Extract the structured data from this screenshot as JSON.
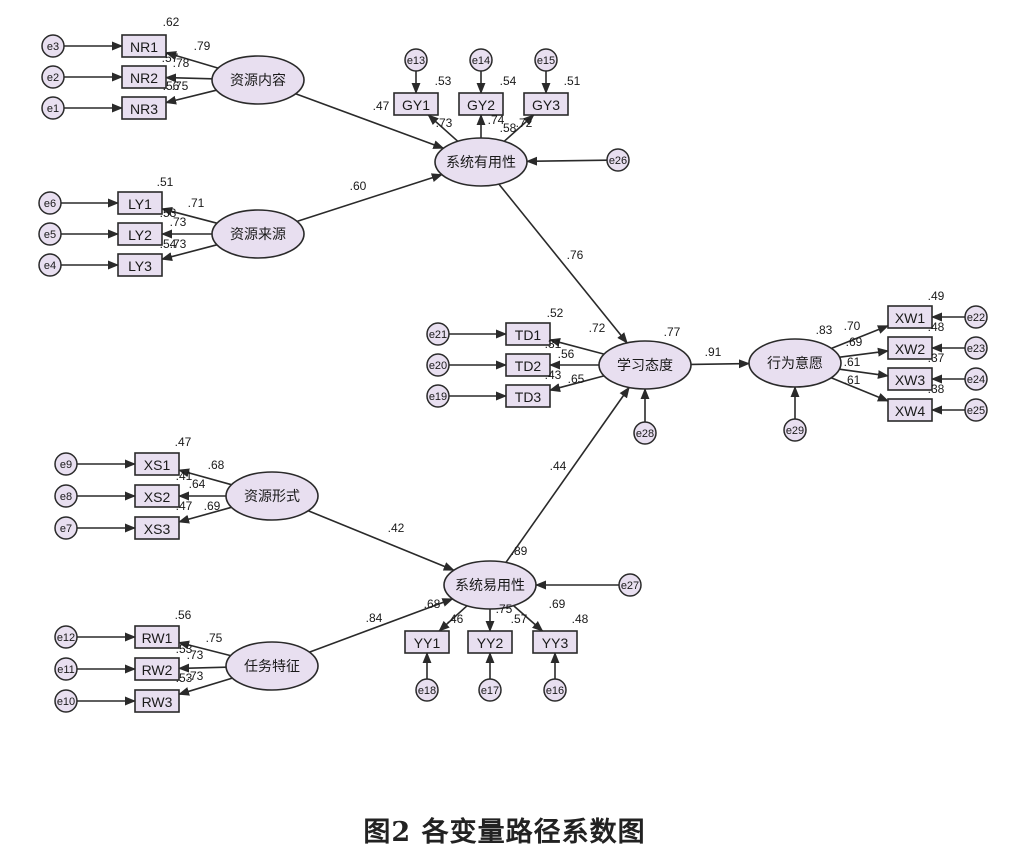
{
  "figure_caption": "图2  各变量路径系数图",
  "colors": {
    "node_fill": "#e8dff0",
    "stroke": "#2a2a2a",
    "text": "#1a1a1a"
  },
  "latents": {
    "NR": "资源内容",
    "LY": "资源来源",
    "GY": "系统有用性",
    "TD": "学习态度",
    "XW": "行为意愿",
    "XS": "资源形式",
    "RW": "任务特征",
    "YY": "系统易用性"
  },
  "indicators": {
    "NR1": "NR1",
    "NR2": "NR2",
    "NR3": "NR3",
    "LY1": "LY1",
    "LY2": "LY2",
    "LY3": "LY3",
    "GY1": "GY1",
    "GY2": "GY2",
    "GY3": "GY3",
    "TD1": "TD1",
    "TD2": "TD2",
    "TD3": "TD3",
    "XW1": "XW1",
    "XW2": "XW2",
    "XW3": "XW3",
    "XW4": "XW4",
    "XS1": "XS1",
    "XS2": "XS2",
    "XS3": "XS3",
    "RW1": "RW1",
    "RW2": "RW2",
    "RW3": "RW3",
    "YY1": "YY1",
    "YY2": "YY2",
    "YY3": "YY3"
  },
  "errors": {
    "e1": "e1",
    "e2": "e2",
    "e3": "e3",
    "e4": "e4",
    "e5": "e5",
    "e6": "e6",
    "e7": "e7",
    "e8": "e8",
    "e9": "e9",
    "e10": "e10",
    "e11": "e11",
    "e12": "e12",
    "e13": "e13",
    "e14": "e14",
    "e15": "e15",
    "e16": "e16",
    "e17": "e17",
    "e18": "e18",
    "e19": "e19",
    "e20": "e20",
    "e21": "e21",
    "e22": "e22",
    "e23": "e23",
    "e24": "e24",
    "e25": "e25",
    "e26": "e26",
    "e27": "e27",
    "e28": "e28",
    "e29": "e29"
  },
  "structural_paths": {
    "NR_GY": ".47",
    "LY_GY": ".60",
    "GY_TD": ".76",
    "TD_XW": ".91",
    "XS_YY": ".42",
    "RW_YY": ".84",
    "YY_TD": ".44"
  },
  "r_squared": {
    "GY": ".58",
    "TD": ".77",
    "XW": ".83",
    "YY": ".89"
  },
  "loadings": {
    "NR1": ".79",
    "NR2": ".78",
    "NR3": ".75",
    "LY1": ".71",
    "LY2": ".73",
    "LY3": ".73",
    "GY1": ".73",
    "GY2": ".74",
    "GY3": ".72",
    "TD1": ".72",
    "TD2": ".56",
    "TD3": ".65",
    "XW1": ".70",
    "XW2": ".69",
    "XW3": ".61",
    "XW4": ".61",
    "XS1": ".68",
    "XS2": ".64",
    "XS3": ".69",
    "RW1": ".75",
    "RW2": ".73",
    "RW3": ".73",
    "YY1": ".68",
    "YY2": ".75",
    "YY3": ".69"
  },
  "indicator_r2": {
    "NR1": ".62",
    "NR2": ".57",
    "NR3": ".56",
    "LY1": ".51",
    "LY2": ".53",
    "LY3": ".54",
    "GY1": ".53",
    "GY2": ".54",
    "GY3": ".51",
    "TD1": ".52",
    "TD2": ".31",
    "TD3": ".43",
    "XW1": ".49",
    "XW2": ".48",
    "XW3": ".37",
    "XW4": ".38",
    "XS1": ".47",
    "XS2": ".41",
    "XS3": ".47",
    "RW1": ".56",
    "RW2": ".53",
    "RW3": ".53",
    "YY1": ".46",
    "YY2": ".57",
    "YY3": ".48"
  }
}
